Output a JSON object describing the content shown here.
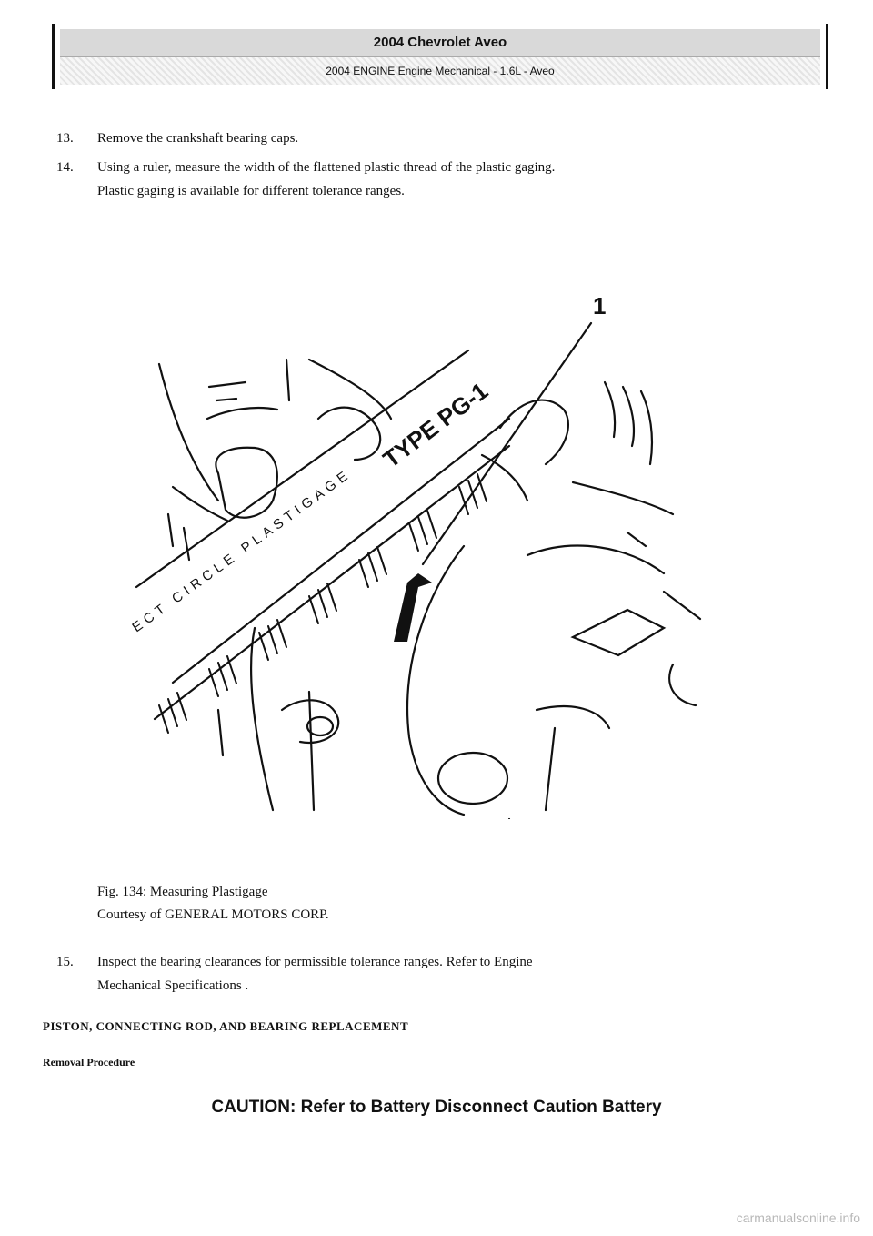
{
  "header": {
    "title": "2004 Chevrolet Aveo",
    "subtitle": "2004 ENGINE Engine Mechanical - 1.6L - Aveo"
  },
  "steps": [
    {
      "num": "13.",
      "lines": [
        "Remove the crankshaft bearing caps."
      ]
    },
    {
      "num": "14.",
      "lines": [
        "Using a ruler, measure the width of the flattened plastic thread of the plastic gaging.",
        "Plastic gaging is available for different tolerance ranges."
      ]
    },
    {
      "num": "15.",
      "lines": [
        "Inspect the bearing clearances for permissible tolerance ranges. Refer to Engine",
        "Mechanical Specifications ."
      ]
    }
  ],
  "figure": {
    "callout": "1",
    "gauge_text": "TYPE PG-1",
    "gauge_text2": "ECT CIRCLE PLASTIGAGE",
    "caption": "Fig. 134: Measuring Plastigage",
    "courtesy": "Courtesy of GENERAL MOTORS CORP."
  },
  "section_title": "PISTON, CONNECTING ROD, AND BEARING REPLACEMENT",
  "subsection": "Removal Procedure",
  "caution": "CAUTION: Refer to Battery Disconnect Caution Battery",
  "watermark": "carmanualsonline.info"
}
